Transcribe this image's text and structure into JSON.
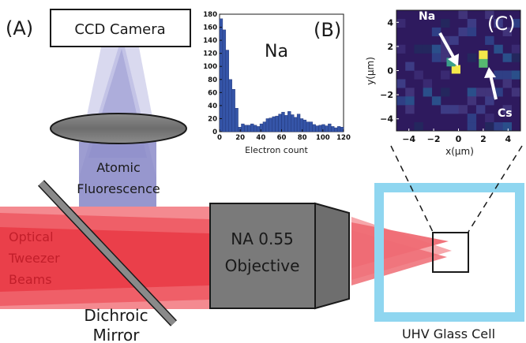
{
  "panel_labels": {
    "a": "(A)",
    "b": "(B)",
    "c": "(C)"
  },
  "components": {
    "camera": "CCD Camera",
    "fluorescence": [
      "Atomic",
      "Fluorescence"
    ],
    "tweezer": [
      "Optical",
      "Tweezer",
      "Beams"
    ],
    "objective": [
      "NA 0.55",
      "Objective"
    ],
    "mirror": [
      "Dichroic",
      "Mirror"
    ],
    "cell": "UHV Glass Cell"
  },
  "colors": {
    "beam": "#f0444f",
    "fluorescence": "#8f8fcc",
    "objective": "#7a7a7a",
    "cell_frame": "#8fd6f0",
    "histogram_bar": "#3555a8",
    "image_bg": "#2e1a5e"
  },
  "chart_data": [
    {
      "type": "bar",
      "panel": "(B)",
      "annotation": "Na",
      "xlabel": "Electron count",
      "ylabel": "",
      "xlim": [
        0,
        120
      ],
      "ylim": [
        0,
        180
      ],
      "xticks": [
        "0",
        "20",
        "40",
        "60",
        "80",
        "100",
        "120"
      ],
      "yticks": [
        "0",
        "20",
        "40",
        "60",
        "80",
        "100",
        "120",
        "140",
        "160",
        "180"
      ],
      "bin_width": 3,
      "x": [
        1.5,
        4.5,
        7.5,
        10.5,
        13.5,
        16.5,
        19.5,
        22.5,
        25.5,
        28.5,
        31.5,
        34.5,
        37.5,
        40.5,
        43.5,
        46.5,
        49.5,
        52.5,
        55.5,
        58.5,
        61.5,
        64.5,
        67.5,
        70.5,
        73.5,
        76.5,
        79.5,
        82.5,
        85.5,
        88.5,
        91.5,
        94.5,
        97.5,
        100.5,
        103.5,
        106.5,
        109.5,
        112.5,
        115.5,
        118.5
      ],
      "values": [
        173,
        156,
        125,
        80,
        65,
        36,
        7,
        12,
        10,
        10,
        12,
        10,
        8,
        12,
        15,
        20,
        21,
        23,
        24,
        27,
        30,
        25,
        31,
        26,
        22,
        27,
        20,
        18,
        15,
        15,
        11,
        9,
        10,
        11,
        9,
        12,
        8,
        6,
        8,
        7
      ]
    },
    {
      "type": "heatmap",
      "panel": "(C)",
      "xlabel": "x(μm)",
      "ylabel": "y(μm)",
      "xlim": [
        -5,
        5
      ],
      "ylim": [
        -5,
        5
      ],
      "xticks": [
        "−4",
        "−2",
        "0",
        "2",
        "4"
      ],
      "yticks": [
        "4",
        "2",
        "0",
        "−2",
        "−4"
      ],
      "grid_size": 14,
      "annotations": [
        {
          "label": "Na",
          "x": -0.2,
          "y": 0.2
        },
        {
          "label": "Cs",
          "x": 2.0,
          "y": 1.0
        }
      ],
      "bright_spots": [
        {
          "x": -0.2,
          "y": 0.1,
          "color": "#f4e94a"
        },
        {
          "x": -0.6,
          "y": 0.7,
          "color": "#3aa08a"
        },
        {
          "x": 2.0,
          "y": 1.3,
          "color": "#f4e94a"
        },
        {
          "x": 2.0,
          "y": 0.6,
          "color": "#56b870"
        }
      ]
    }
  ]
}
